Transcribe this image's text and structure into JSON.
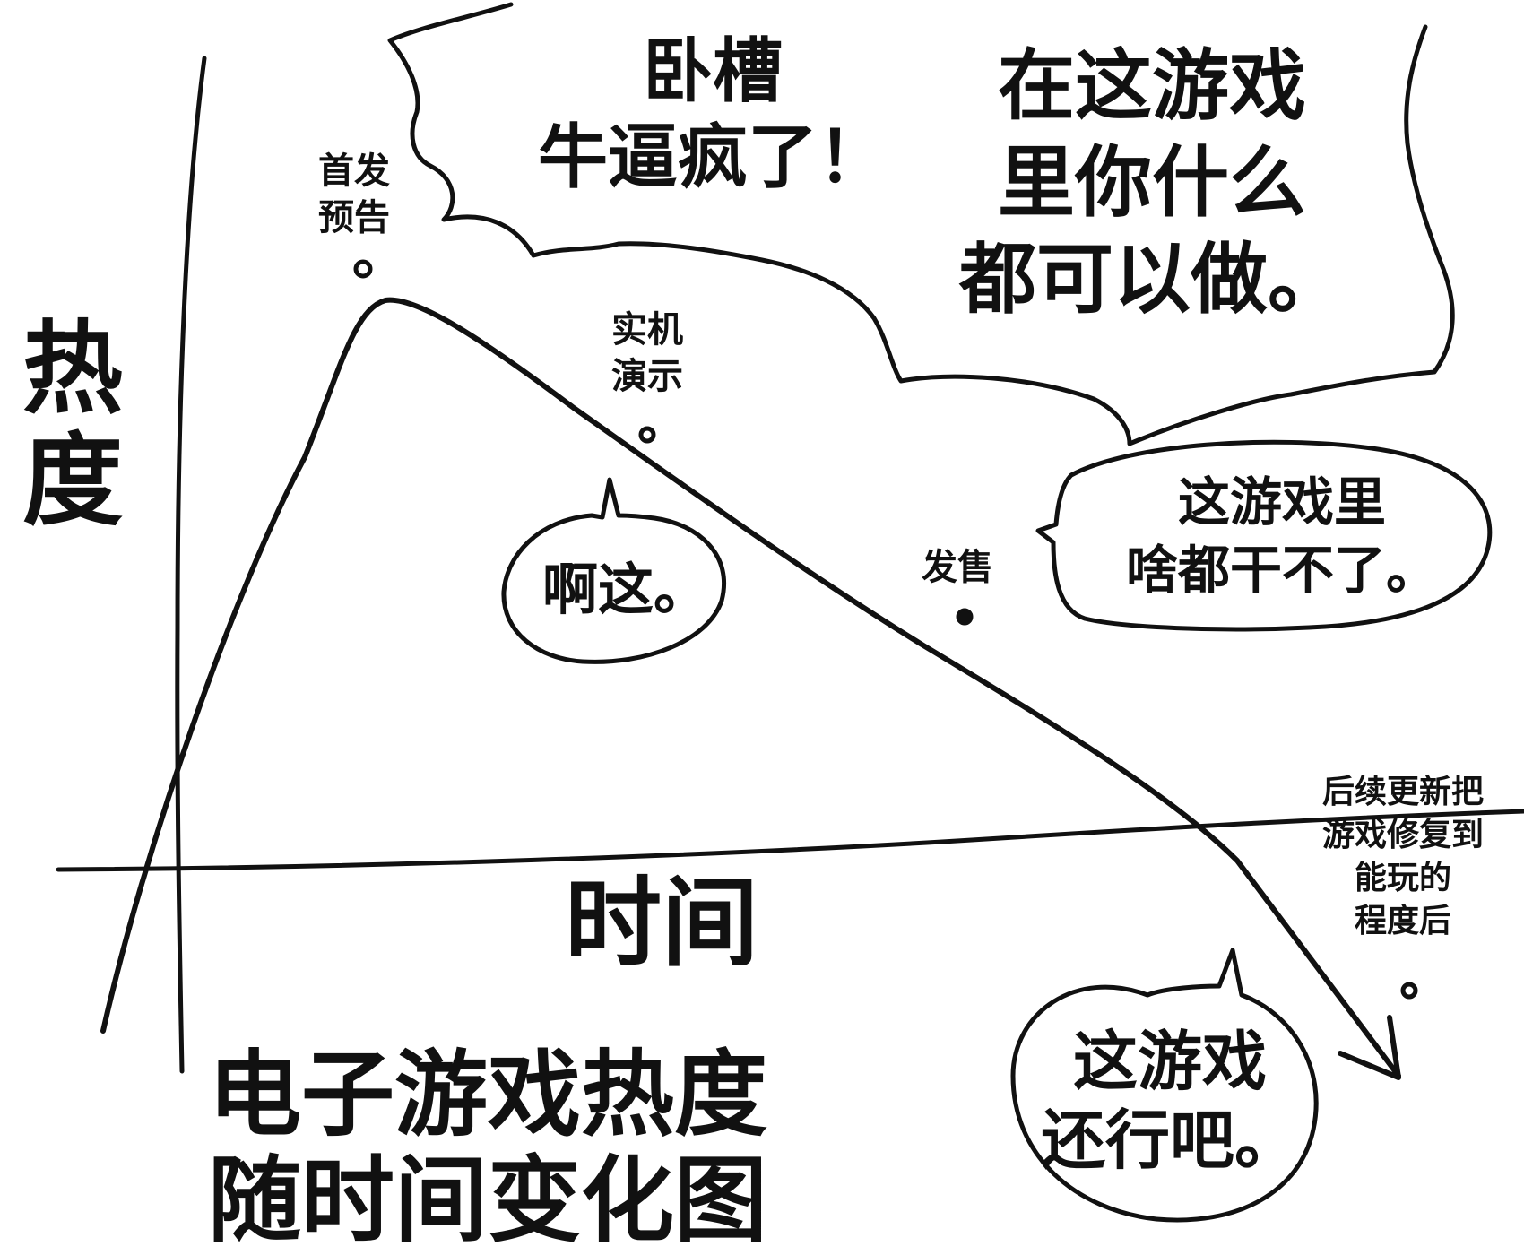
{
  "title_lines": [
    "电子游戏热度",
    "随时间变化图"
  ],
  "axes": {
    "y_label_lines": [
      "热",
      "度"
    ],
    "x_label": "时间"
  },
  "milestones": {
    "announcement_lines": [
      "首发",
      "预告"
    ],
    "gameplay_demo_lines": [
      "实机",
      "演示"
    ],
    "release": "发售",
    "after_updates_lines": [
      "后续更新把",
      "游戏修复到",
      "能玩的",
      "程度后"
    ]
  },
  "speech": {
    "hype_lines": [
      "卧槽",
      "牛逼疯了！"
    ],
    "promise_lines": [
      "在这游戏",
      "里你什么",
      "都可以做。"
    ],
    "demo_reaction": "啊这。",
    "release_reaction_lines": [
      "这游戏里",
      "啥都干不了。"
    ],
    "after_update_reaction_lines": [
      "这游戏",
      "还行吧。"
    ]
  },
  "colors": {
    "ink": "#111111",
    "paper": "#ffffff"
  }
}
